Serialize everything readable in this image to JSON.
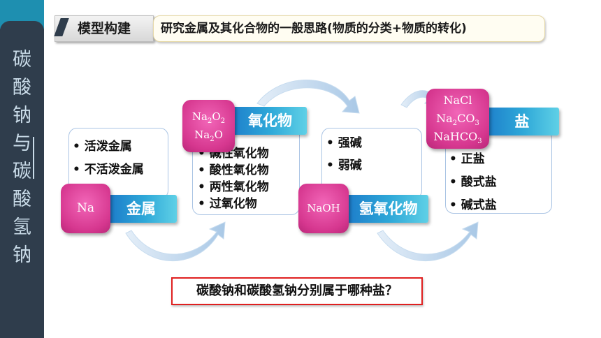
{
  "sidebar": {
    "title_chars": [
      "碳",
      "酸",
      "钠",
      "与",
      "碳",
      "酸",
      "氢",
      "钠"
    ]
  },
  "header": {
    "tag": "模型构建",
    "subtitle": "研究金属及其化合物的一般思路(物质的分类+物质的转化)"
  },
  "stages": {
    "metal": {
      "items": [
        "活泼金属",
        "不活泼金属"
      ],
      "title": "金属",
      "example": "Na"
    },
    "oxide": {
      "items": [
        "碱性氧化物",
        "酸性氧化物",
        "两性氧化物",
        "过氧化物"
      ],
      "title": "氧化物",
      "examples": [
        "Na2O2",
        "Na2O"
      ]
    },
    "hydroxide": {
      "items": [
        "强碱",
        "弱碱"
      ],
      "title": "氢氧化物",
      "example": "NaOH"
    },
    "salt": {
      "items": [
        "正盐",
        "酸式盐",
        "碱式盐"
      ],
      "title": "盐",
      "examples": [
        "NaCl",
        "Na2CO3",
        "NaHCO3"
      ]
    }
  },
  "bullet": "•",
  "question": "碳酸钠和碳酸氢钠分别属于哪种盐？",
  "colors": {
    "sidebar": "#2f3d4c",
    "accent": "#1e8fb0",
    "title_bar": "#2ea8d8",
    "formula_box": "#d6378f",
    "question_border": "#e02020"
  }
}
